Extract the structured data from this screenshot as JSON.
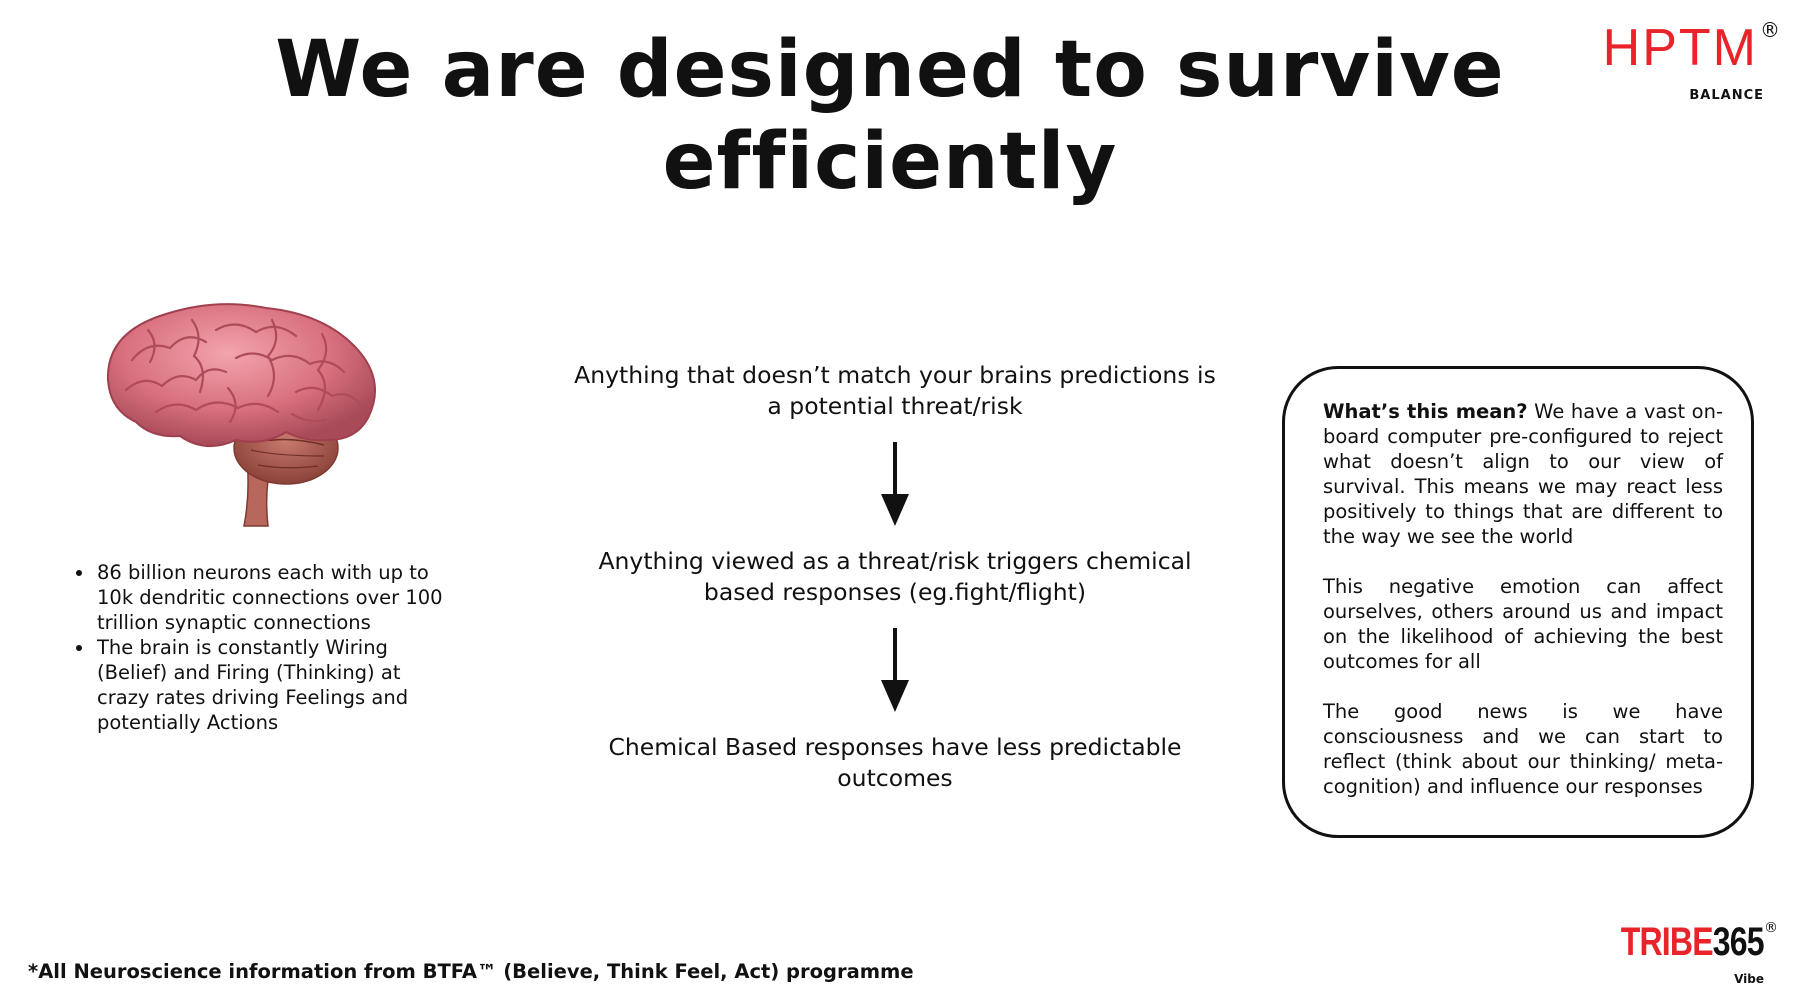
{
  "slide": {
    "title_line1": "We are designed to survive",
    "title_line2": "efficiently"
  },
  "logos": {
    "hptm": {
      "word": "HPTM",
      "mark": "®",
      "sub": "BALANCE"
    },
    "tribe": {
      "word_red": "TRIBE",
      "word_black": "365",
      "mark": "®",
      "sub": "Vibe"
    }
  },
  "left_facts": [
    "86 billion neurons each with up to 10k dendritic connections over 100 trillion synaptic connections",
    "The brain is constantly Wiring (Belief) and Firing (Thinking) at crazy rates driving Feelings and potentially Actions"
  ],
  "flow": [
    "Anything that doesn’t match your brains predictions is a potential threat/risk",
    "Anything viewed as a threat/risk triggers chemical based responses (eg.fight/flight)",
    "Chemical Based responses have less predictable outcomes"
  ],
  "callout": {
    "heading": "What’s this mean?",
    "p1_rest": " We have a vast on-board computer pre-configured to reject what doesn’t align to our view of survival. This means we may react less positively to things that are different to the way we see the world",
    "p2": "This negative emotion can affect ourselves, others around us and impact on the likelihood of achieving the best outcomes for all",
    "p3": "The good news is we have consciousness and we can start to reflect (think about our thinking/ meta-cognition) and influence our responses"
  },
  "footnote": "*All Neuroscience information from BTFA™ (Believe, Think Feel, Act) programme",
  "colors": {
    "brand_red": "#e8232a",
    "brain_pink": "#e07e8a",
    "text": "#111111"
  },
  "icons": {
    "brain": "brain-illustration",
    "arrow": "arrow-down-icon"
  }
}
